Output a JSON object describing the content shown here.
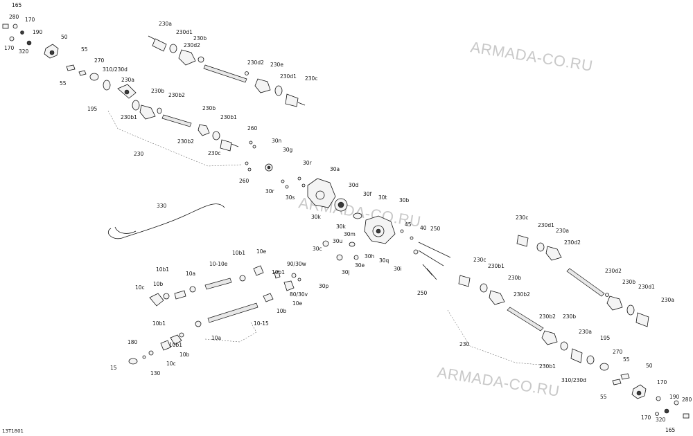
{
  "diagram_id": "13T1801",
  "watermarks": [
    "ARMADA-CO.RU",
    "ARMADA-CO.RU",
    "ARMADA-CO.RU"
  ],
  "labels": {
    "l165a": "165",
    "l280a": "280",
    "l170a": "170",
    "l190a": "190",
    "l170b": "170",
    "l320a": "320",
    "l50a": "50",
    "l55a": "55",
    "l55b": "55",
    "l270a": "270",
    "l310a": "310/230d",
    "l230a1": "230a",
    "l195a": "195",
    "t230a": "230a",
    "t230d1": "230d1",
    "t230b": "230b",
    "t230d2": "230d2",
    "t230d2b": "230d2",
    "t230e": "230e",
    "t230d1b": "230d1",
    "t230c": "230c",
    "m230b": "230b",
    "m230b2": "230b2",
    "m230b1": "230b1",
    "m230b_2": "230b",
    "m230b1_2": "230b1",
    "m230b2_2": "230b2",
    "m230c": "230c",
    "m260": "260",
    "m230": "230",
    "m260b": "260",
    "c30n": "30n",
    "c30g": "30g",
    "c30r": "30r",
    "c30a": "30a",
    "c30r2": "30r",
    "c30s": "30s",
    "c30d": "30d",
    "c30f": "30f",
    "c30k": "30k",
    "c30t": "30t",
    "c30b": "30b",
    "c30k2": "30k",
    "c30m": "30m",
    "c45": "45",
    "c40": "40",
    "c250": "250",
    "c30u": "30u",
    "c30h": "30h",
    "c30c": "30c",
    "c30e": "30e",
    "c30j": "30j",
    "c30p": "30p",
    "c30q": "30q",
    "c30i": "30i",
    "c250b": "250",
    "c330": "330",
    "d10b1": "10b1",
    "d10e": "10e",
    "d10b1b": "10b1",
    "d10a": "10a",
    "d1010e": "10-10e",
    "d10c": "10c",
    "d10b": "10b",
    "d10b1c": "10b1",
    "d9030": "90/30w",
    "d8030": "80/30v",
    "d10e2": "10e",
    "d10b2": "10b",
    "d10b1d": "10b1",
    "d1015": "10-15",
    "d10a2": "10a",
    "d180": "180",
    "d10b1e": "10b1",
    "d10b3": "10b",
    "d10c2": "10c",
    "d15": "15",
    "d130": "130",
    "r230c": "230c",
    "r230d1": "230d1",
    "r230a": "230a",
    "r230d2": "230d2",
    "r230d2b": "230d2",
    "r230b": "230b",
    "r230d1b": "230d1",
    "r230a2": "230a",
    "s230c": "230c",
    "s230b1": "230b1",
    "s230b": "230b",
    "s230b2": "230b2",
    "s230b2b": "230b2",
    "s230b_2": "230b",
    "s230a": "230a",
    "s195": "195",
    "s230b1b": "230b1",
    "s270": "270",
    "s310": "310/230d",
    "s230": "230",
    "s55a": "55",
    "s50": "50",
    "s55b": "55",
    "s170a": "170",
    "s190": "190",
    "s280": "280",
    "s170b": "170",
    "s320": "320",
    "s165": "165"
  }
}
